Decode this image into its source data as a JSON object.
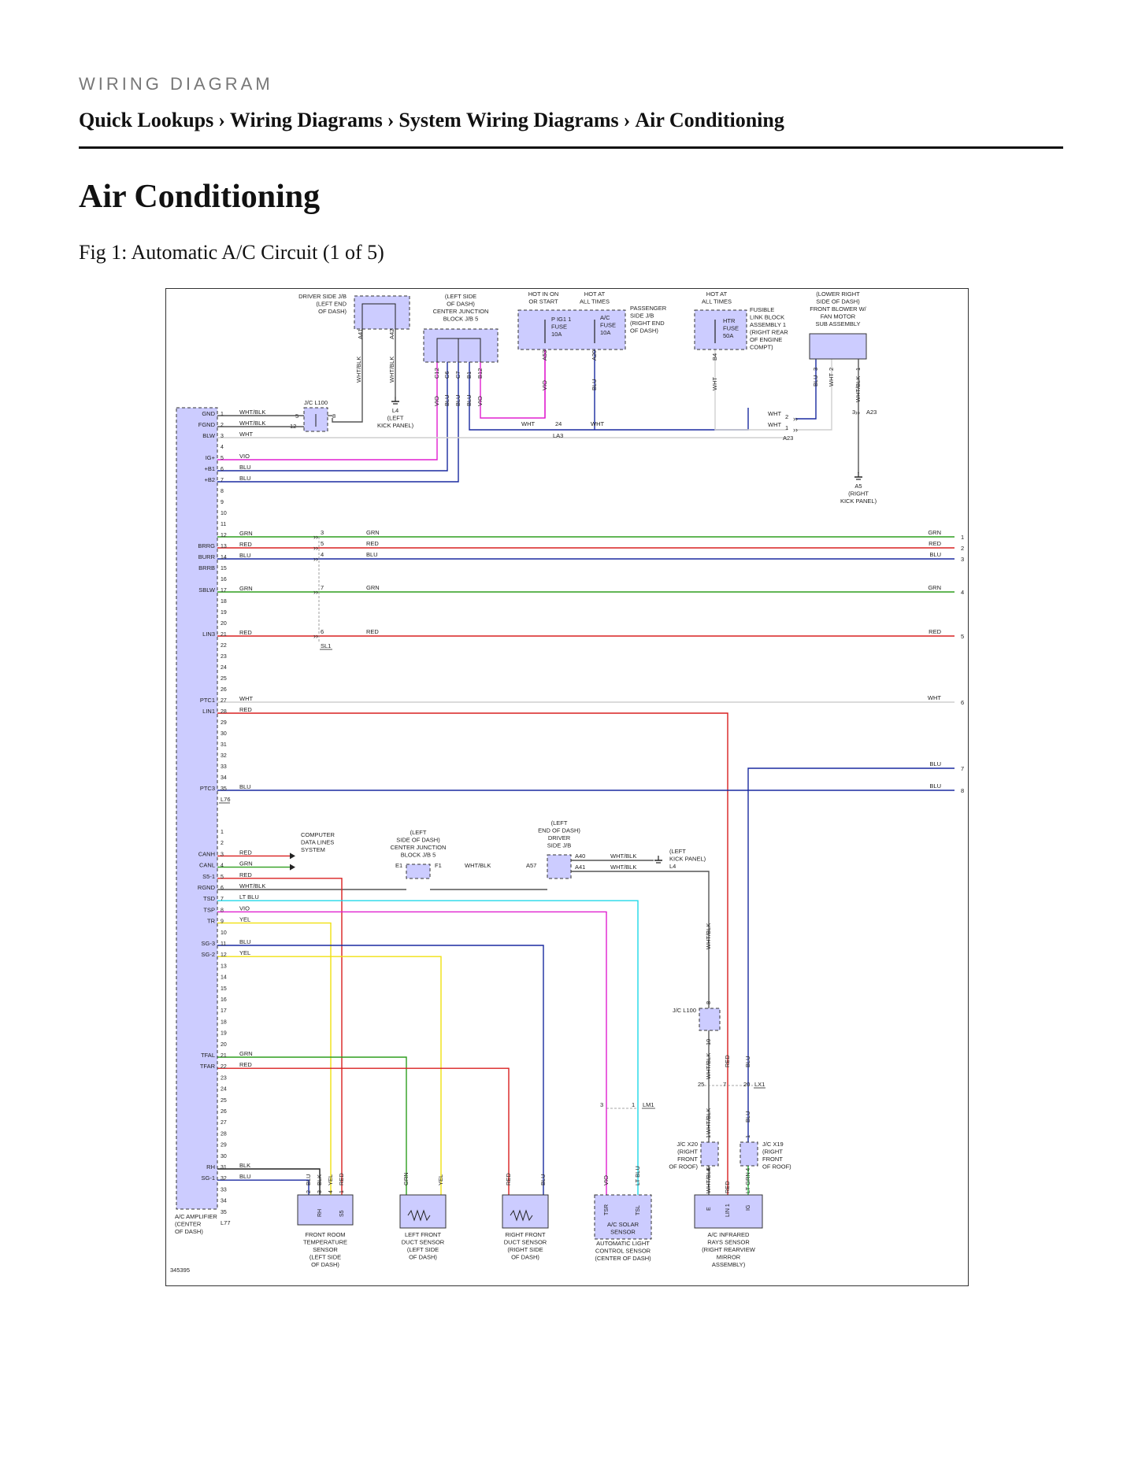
{
  "header": {
    "eyebrow": "WIRING DIAGRAM"
  },
  "breadcrumb": [
    "Quick Lookups",
    "Wiring Diagrams",
    "System Wiring Diagrams",
    "Air Conditioning"
  ],
  "breadcrumb_separator": "›",
  "page_title": "Air Conditioning",
  "figure_caption": "Fig 1: Automatic A/C Circuit (1 of 5)",
  "colors": {
    "WHT": "#cfcfcf",
    "BLU": "#1a2aa0",
    "GRN": "#2e9e1e",
    "RED": "#d92020",
    "VIO": "#e020d0",
    "YEL": "#f0e010",
    "LTBLU": "#20d8e8",
    "LTGRN": "#50e050",
    "BLK": "#222222",
    "WHTBLK": "#555555",
    "component_fill": "#ccccff"
  },
  "diagram": {
    "figure_id": "345395",
    "amplifier_label": [
      "A/C AMPLIFIER",
      "(CENTER",
      "OF DASH)"
    ],
    "connector_L76": "L76",
    "connector_L77": "L77",
    "top_components": [
      {
        "id": "driver_jb",
        "label": [
          "DRIVER SIDE J/B",
          "(LEFT END",
          "OF DASH)"
        ],
        "pins": [
          "A41",
          "A42"
        ]
      },
      {
        "id": "center_jb",
        "label": [
          "(LEFT SIDE",
          "OF DASH)",
          "CENTER JUNCTION",
          "BLOCK J/B 5"
        ],
        "pins": [
          "C12",
          "C6",
          "C7",
          "B1",
          "B12"
        ]
      },
      {
        "id": "pass_jb",
        "label": [
          "PASSENGER",
          "SIDE J/B",
          "(RIGHT END",
          "OF DASH)"
        ],
        "pins": [
          "A53",
          "A20"
        ]
      },
      {
        "id": "fusible",
        "label": [
          "FUSIBLE",
          "LINK BLOCK",
          "ASSEMBLY 1",
          "(RIGHT REAR",
          "OF ENGINE",
          "COMPT)"
        ],
        "pins": [
          "B4"
        ]
      },
      {
        "id": "blower",
        "label": [
          "(LOWER RIGHT",
          "SIDE OF DASH)",
          "FRONT BLOWER W/",
          "FAN MOTOR",
          "SUB ASSEMBLY"
        ],
        "pins": [
          "3",
          "2",
          "1"
        ]
      }
    ],
    "hot_labels": [
      "HOT IN ON",
      "OR START",
      "HOT AT",
      "ALL TIMES",
      "HOT AT",
      "ALL TIMES"
    ],
    "fuses": [
      {
        "name": "P IG1 1",
        "type": "FUSE",
        "rating": "10A"
      },
      {
        "name": "A/C",
        "type": "FUSE",
        "rating": "10A"
      },
      {
        "name": "HTR",
        "type": "FUSE",
        "rating": "50A"
      }
    ],
    "jc_L100": "J/C L100",
    "ground_L4": [
      "L4",
      "(LEFT",
      "KICK PANEL)"
    ],
    "ground_A5": [
      "A5",
      "(RIGHT",
      "KICK PANEL)"
    ],
    "connectors": [
      "LA3",
      "A23",
      "SL1",
      "LM1",
      "LX1"
    ],
    "computer_data": [
      "COMPUTER",
      "DATA LINES",
      "SYSTEM"
    ],
    "sensors": [
      {
        "label": [
          "FRONT ROOM",
          "TEMPERATURE",
          "SENSOR",
          "(LEFT SIDE",
          "OF DASH)"
        ],
        "pins": [
          "RH",
          "S5"
        ]
      },
      {
        "label": [
          "LEFT FRONT",
          "DUCT SENSOR",
          "(LEFT SIDE",
          "OF DASH)"
        ]
      },
      {
        "label": [
          "RIGHT FRONT",
          "DUCT SENSOR",
          "(RIGHT SIDE",
          "OF DASH)"
        ]
      },
      {
        "label": [
          "AUTOMATIC LIGHT",
          "CONTROL SENSOR",
          "(CENTER OF DASH)"
        ],
        "inner": [
          "A/C SOLAR",
          "SENSOR"
        ],
        "pins": [
          "TSR",
          "TSL"
        ]
      },
      {
        "label": [
          "A/C INFRARED",
          "RAYS SENSOR",
          "(RIGHT REARVIEW",
          "MIRROR",
          "ASSEMBLY)"
        ],
        "pins": [
          "E",
          "LIN 1",
          "IG"
        ]
      }
    ],
    "jc_X20": [
      "J/C X20",
      "(RIGHT",
      "FRONT",
      "OF ROOF)"
    ],
    "jc_X19": [
      "J/C X19",
      "(RIGHT",
      "FRONT",
      "OF ROOF)"
    ],
    "driver_jb2": [
      "(LEFT",
      "END OF DASH)",
      "DRIVER",
      "SIDE J/B"
    ],
    "center_jb2": [
      "(LEFT",
      "SIDE OF DASH)",
      "CENTER JUNCTION",
      "BLOCK J/B 5"
    ],
    "ground_L4b": [
      "(LEFT",
      "KICK PANEL)",
      "L4"
    ],
    "pins_upper": [
      {
        "n": "1",
        "name": "GND",
        "w": "WHT/BLK"
      },
      {
        "n": "2",
        "name": "FGND",
        "w": "WHT/BLK"
      },
      {
        "n": "3",
        "name": "BLW",
        "w": "WHT"
      },
      {
        "n": "4",
        "name": "",
        "w": ""
      },
      {
        "n": "5",
        "name": "IG+",
        "w": "VIO"
      },
      {
        "n": "6",
        "name": "+B1",
        "w": "BLU"
      },
      {
        "n": "7",
        "name": "+B2",
        "w": "BLU"
      },
      {
        "n": "8",
        "name": "",
        "w": ""
      },
      {
        "n": "9",
        "name": "",
        "w": ""
      },
      {
        "n": "10",
        "name": "",
        "w": ""
      },
      {
        "n": "11",
        "name": "",
        "w": ""
      },
      {
        "n": "12",
        "name": "",
        "w": "GRN"
      },
      {
        "n": "13",
        "name": "BRRG",
        "w": "RED"
      },
      {
        "n": "14",
        "name": "BURR",
        "w": "BLU"
      },
      {
        "n": "15",
        "name": "BRRB",
        "w": ""
      },
      {
        "n": "16",
        "name": "",
        "w": ""
      },
      {
        "n": "17",
        "name": "SBLW",
        "w": "GRN"
      },
      {
        "n": "18",
        "name": "",
        "w": ""
      },
      {
        "n": "19",
        "name": "",
        "w": ""
      },
      {
        "n": "20",
        "name": "",
        "w": ""
      },
      {
        "n": "21",
        "name": "LIN3",
        "w": "RED"
      },
      {
        "n": "22",
        "name": "",
        "w": ""
      },
      {
        "n": "23",
        "name": "",
        "w": ""
      },
      {
        "n": "24",
        "name": "",
        "w": ""
      },
      {
        "n": "25",
        "name": "",
        "w": ""
      },
      {
        "n": "26",
        "name": "",
        "w": ""
      },
      {
        "n": "27",
        "name": "PTC1",
        "w": "WHT"
      },
      {
        "n": "28",
        "name": "LIN1",
        "w": "RED"
      },
      {
        "n": "29",
        "name": "",
        "w": ""
      },
      {
        "n": "30",
        "name": "",
        "w": ""
      },
      {
        "n": "31",
        "name": "",
        "w": ""
      },
      {
        "n": "32",
        "name": "",
        "w": ""
      },
      {
        "n": "33",
        "name": "",
        "w": ""
      },
      {
        "n": "34",
        "name": "",
        "w": ""
      },
      {
        "n": "35",
        "name": "PTC3",
        "w": "BLU"
      }
    ],
    "pins_lower": [
      {
        "n": "1",
        "name": "",
        "w": ""
      },
      {
        "n": "2",
        "name": "",
        "w": ""
      },
      {
        "n": "3",
        "name": "CANH",
        "w": "RED"
      },
      {
        "n": "4",
        "name": "CANL",
        "w": "GRN"
      },
      {
        "n": "5",
        "name": "S5-1",
        "w": "RED"
      },
      {
        "n": "6",
        "name": "RGND",
        "w": "WHT/BLK"
      },
      {
        "n": "7",
        "name": "TSD",
        "w": "LT BLU"
      },
      {
        "n": "8",
        "name": "TSP",
        "w": "VIO"
      },
      {
        "n": "9",
        "name": "TR",
        "w": "YEL"
      },
      {
        "n": "10",
        "name": "",
        "w": ""
      },
      {
        "n": "11",
        "name": "SG-3",
        "w": "BLU"
      },
      {
        "n": "12",
        "name": "SG-2",
        "w": "YEL"
      },
      {
        "n": "13",
        "name": "",
        "w": ""
      },
      {
        "n": "14",
        "name": "",
        "w": ""
      },
      {
        "n": "15",
        "name": "",
        "w": ""
      },
      {
        "n": "16",
        "name": "",
        "w": ""
      },
      {
        "n": "17",
        "name": "",
        "w": ""
      },
      {
        "n": "18",
        "name": "",
        "w": ""
      },
      {
        "n": "19",
        "name": "",
        "w": ""
      },
      {
        "n": "20",
        "name": "",
        "w": ""
      },
      {
        "n": "21",
        "name": "TFAL",
        "w": "GRN"
      },
      {
        "n": "22",
        "name": "TFAR",
        "w": "RED"
      },
      {
        "n": "23",
        "name": "",
        "w": ""
      },
      {
        "n": "24",
        "name": "",
        "w": ""
      },
      {
        "n": "25",
        "name": "",
        "w": ""
      },
      {
        "n": "26",
        "name": "",
        "w": ""
      },
      {
        "n": "27",
        "name": "",
        "w": ""
      },
      {
        "n": "28",
        "name": "",
        "w": ""
      },
      {
        "n": "29",
        "name": "",
        "w": ""
      },
      {
        "n": "30",
        "name": "",
        "w": ""
      },
      {
        "n": "31",
        "name": "RH",
        "w": "BLK"
      },
      {
        "n": "32",
        "name": "SG-1",
        "w": "BLU"
      },
      {
        "n": "33",
        "name": "",
        "w": ""
      },
      {
        "n": "34",
        "name": "",
        "w": ""
      },
      {
        "n": "35",
        "name": "",
        "w": ""
      }
    ],
    "right_outputs": [
      {
        "w": "GRN",
        "n": "1"
      },
      {
        "w": "RED",
        "n": "2"
      },
      {
        "w": "BLU",
        "n": "3"
      },
      {
        "w": "GRN",
        "n": "4"
      },
      {
        "w": "RED",
        "n": "5"
      },
      {
        "w": "WHT",
        "n": "6"
      },
      {
        "w": "BLU",
        "n": "7"
      },
      {
        "w": "BLU",
        "n": "8"
      }
    ]
  }
}
